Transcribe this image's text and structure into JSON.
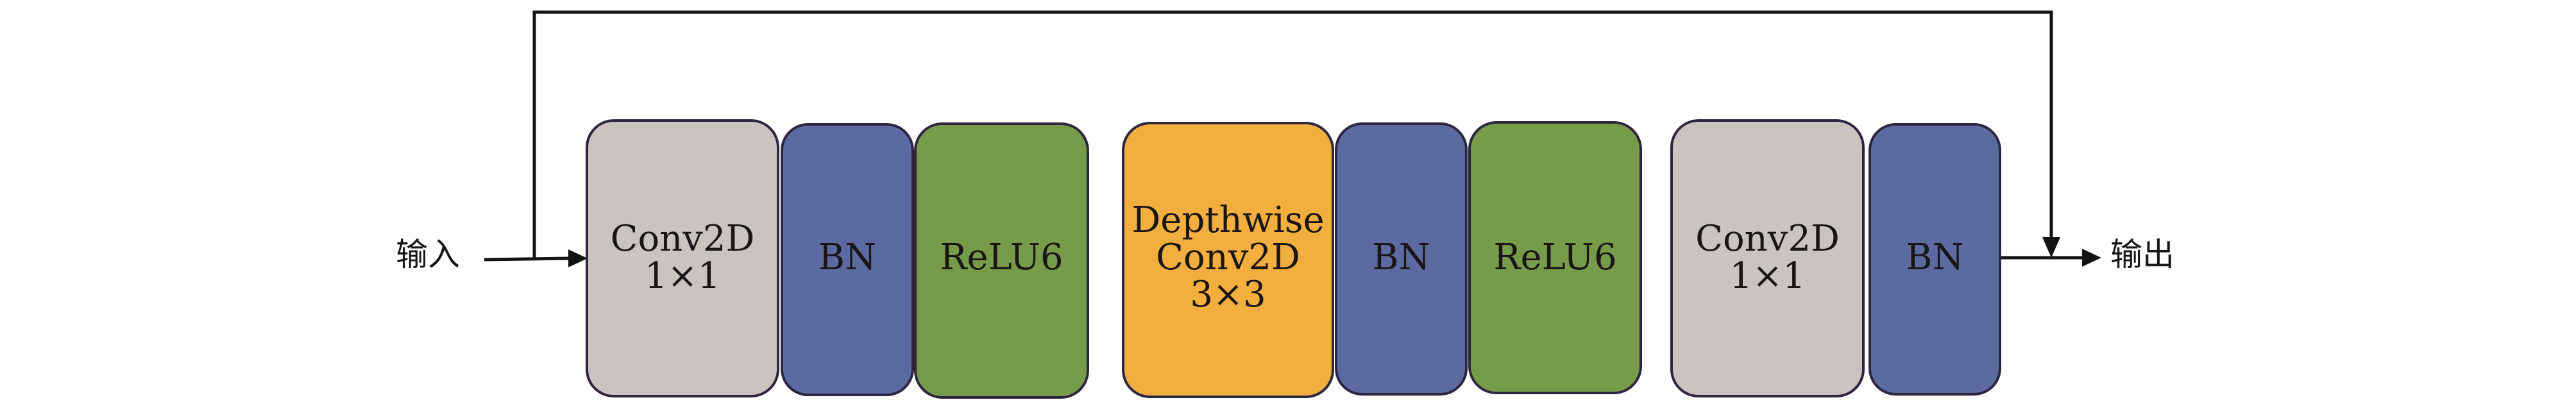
{
  "diagram": {
    "type": "inverted-residual-block",
    "input_label": "输入",
    "output_label": "输出",
    "skip_connection": true,
    "colors": {
      "conv1x1": "#cbc3bf",
      "bn": "#5b6aa0",
      "relu": "#769c4a",
      "depthwise": "#f2ae3e",
      "border": "#2e2540",
      "line": "#141414"
    },
    "blocks": [
      {
        "id": "conv1",
        "kind": "conv1x1",
        "lines": [
          "Conv2D",
          "1×1"
        ]
      },
      {
        "id": "bn1",
        "kind": "bn",
        "lines": [
          "BN"
        ]
      },
      {
        "id": "relu1",
        "kind": "relu",
        "lines": [
          "ReLU6"
        ]
      },
      {
        "id": "dwconv",
        "kind": "depthwise",
        "lines": [
          "Depthwise",
          "Conv2D",
          "3×3"
        ]
      },
      {
        "id": "bn2",
        "kind": "bn",
        "lines": [
          "BN"
        ]
      },
      {
        "id": "relu2",
        "kind": "relu",
        "lines": [
          "ReLU6"
        ]
      },
      {
        "id": "conv2",
        "kind": "conv1x1",
        "lines": [
          "Conv2D",
          "1×1"
        ]
      },
      {
        "id": "bn3",
        "kind": "bn",
        "lines": [
          "BN"
        ]
      }
    ]
  }
}
